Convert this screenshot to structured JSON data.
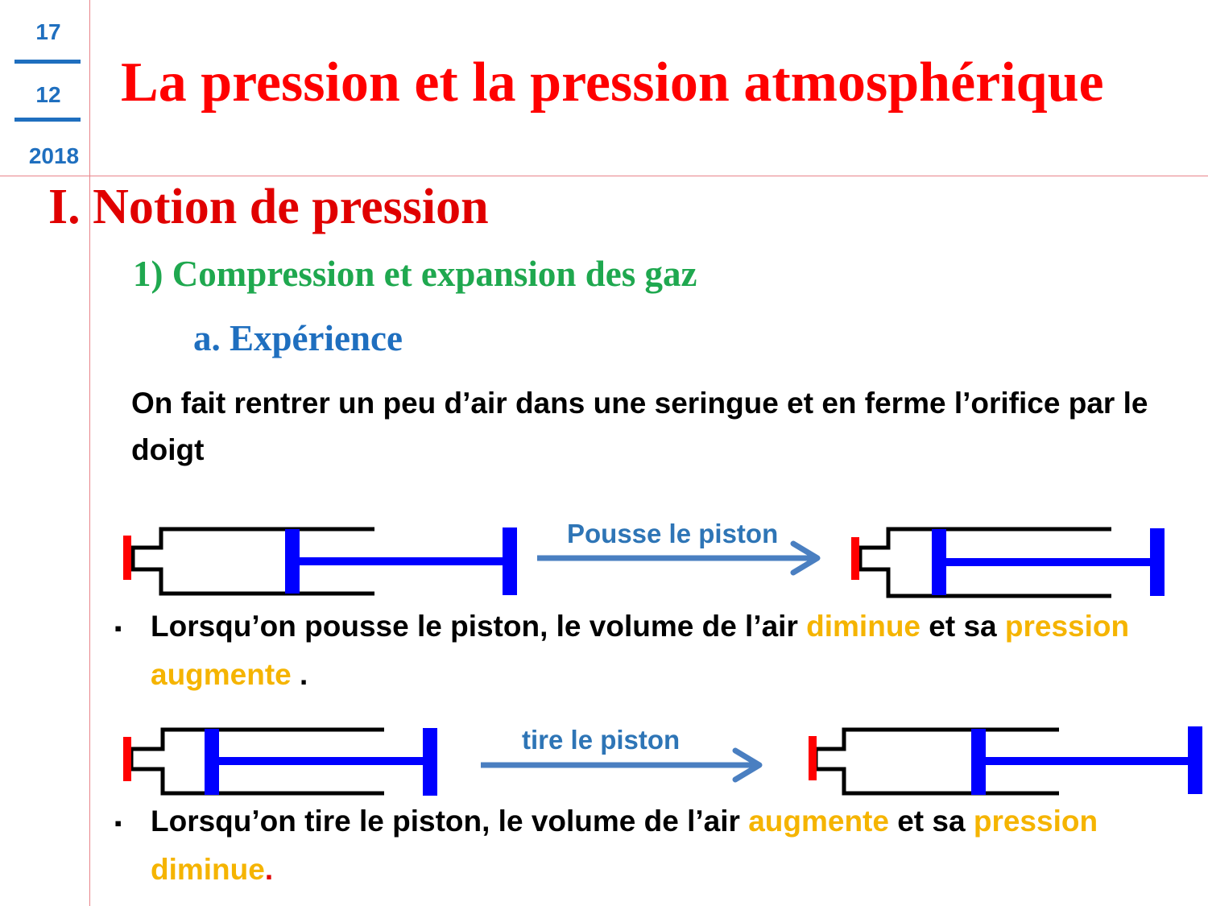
{
  "date": {
    "day": "17",
    "month": "12",
    "year": "2018"
  },
  "title": "La pression et la pression atmosphérique",
  "section": "I. Notion de pression",
  "subsection": "1) Compression et expansion des gaz",
  "subsubsection": "a. Expérience",
  "intro": "On fait rentrer un peu d’air dans une seringue et en ferme l’orifice par le doigt",
  "diagram1": {
    "arrow_label": "Pousse le piston"
  },
  "diagram2": {
    "arrow_label": "tire le piston"
  },
  "bullet1": {
    "mark": "▪",
    "part1": "Lorsqu’on pousse le piston, le volume de l’air ",
    "highlight1": "diminue",
    "part2": " et sa ",
    "highlight2": "pression augmente",
    "end": " ."
  },
  "bullet2": {
    "mark": "▪",
    "part1": "Lorsqu’on tire le piston, le volume de l’air ",
    "highlight1": "augmente",
    "part2": " et sa ",
    "highlight2": "pression diminue",
    "end": "."
  },
  "colors": {
    "title": "#ff0000",
    "section": "#e00000",
    "subsection": "#1fa84f",
    "subsubsection": "#1f6fbf",
    "highlight": "#f5b400",
    "piston": "#0000ff",
    "finger": "#ff0000",
    "arrow": "#4a7fc1"
  }
}
